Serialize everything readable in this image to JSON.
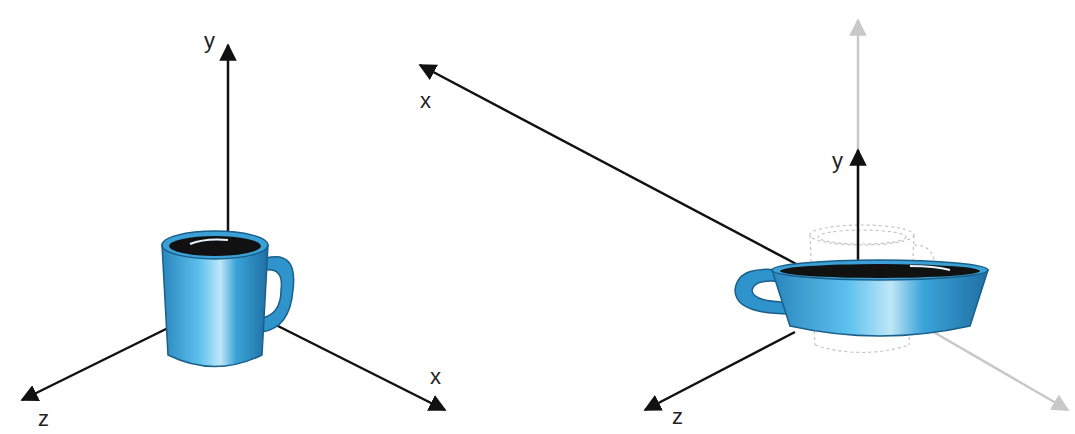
{
  "diagram": {
    "labels": [
      "y",
      "z",
      "x",
      "x",
      "y",
      "z"
    ]
  }
}
